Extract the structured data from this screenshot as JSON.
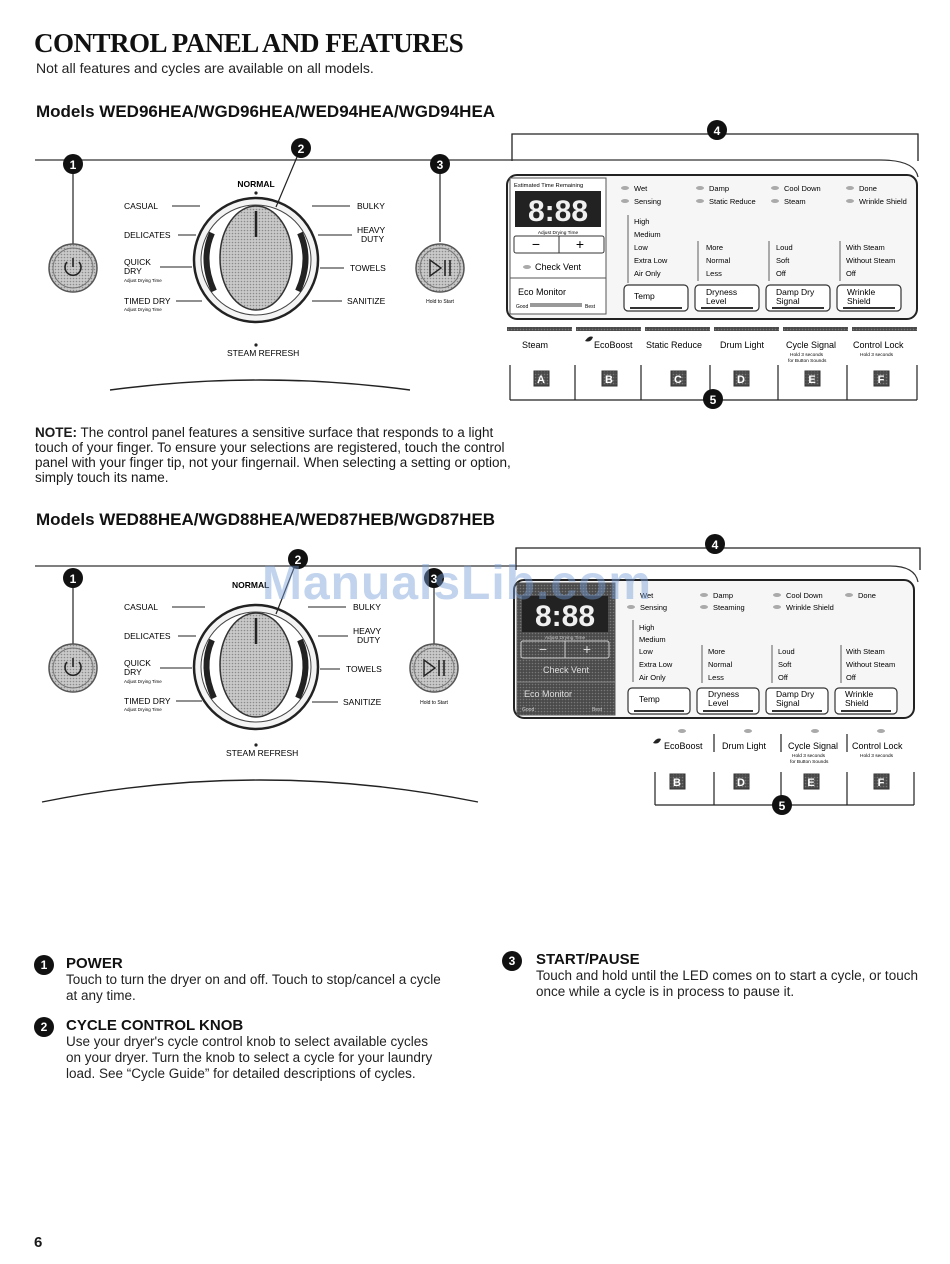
{
  "page": {
    "title": "CONTROL PANEL AND FEATURES",
    "subtitle": "Not all features and cycles are available on all models.",
    "page_number": "6",
    "watermark": "ManualsLib.com"
  },
  "section1": {
    "models": "Models WED96HEA/WGD96HEA/WED94HEA/WGD94HEA",
    "callouts": [
      "1",
      "2",
      "3",
      "4",
      "5"
    ],
    "knob": {
      "normal": "NORMAL",
      "casual": "CASUAL",
      "delicates": "DELICATES",
      "quick": "QUICK",
      "dry": "DRY",
      "adjust": "Adjust Drying Time",
      "timed": "TIMED DRY",
      "bulky": "BULKY",
      "heavy": "HEAVY",
      "duty": "DUTY",
      "towels": "TOWELS",
      "sanitize": "SANITIZE",
      "steam_refresh": "STEAM REFRESH"
    },
    "start_caption": "Hold to Start",
    "display": {
      "est_time": "Estimated Time Remaining",
      "digits": "8:88",
      "adjust": "Adjust Drying Time",
      "minus": "−",
      "plus": "+",
      "check_vent": "Check Vent",
      "eco_monitor": "Eco Monitor",
      "good": "Good",
      "best": "Best"
    },
    "status": [
      "Wet",
      "Damp",
      "Cool Down",
      "Done",
      "Sensing",
      "Static Reduce",
      "Steam",
      "Wrinkle Shield"
    ],
    "options": {
      "temp": [
        "High",
        "Medium",
        "Low",
        "Extra Low",
        "Air Only"
      ],
      "dryness": [
        "More",
        "Normal",
        "Less"
      ],
      "signal": [
        "Loud",
        "Soft",
        "Off"
      ],
      "wrinkle": [
        "With Steam",
        "Without Steam",
        "Off"
      ]
    },
    "buttons": [
      "Temp",
      "Dryness",
      "Level",
      "Damp Dry",
      "Signal",
      "Wrinkle",
      "Shield"
    ],
    "bottom": [
      "Steam",
      "EcoBoost",
      "Static Reduce",
      "Drum Light",
      "Cycle Signal",
      "Control Lock"
    ],
    "hold_note1": "Hold 3 seconds",
    "hold_note2": "for Button Sounds",
    "hold_note3": "Hold 3 seconds",
    "letters": [
      "A",
      "B",
      "C",
      "D",
      "E",
      "F"
    ]
  },
  "note": {
    "label": "NOTE:",
    "text": " The control panel features a sensitive surface that responds to a light touch of your finger. To ensure your selections are registered, touch the control panel with your finger tip, not your fingernail. When selecting a setting or option, simply touch its name."
  },
  "section2": {
    "models": "Models WED88HEA/WGD88HEA/WED87HEB/WGD87HEB",
    "callouts": [
      "1",
      "2",
      "3",
      "4",
      "5"
    ],
    "knob": {
      "normal": "NORMAL",
      "casual": "CASUAL",
      "delicates": "DELICATES",
      "quick": "QUICK",
      "dry": "DRY",
      "adjust": "Adjust Drying Time",
      "timed": "TIMED DRY",
      "bulky": "BULKY",
      "heavy": "HEAVY",
      "duty": "DUTY",
      "towels": "TOWELS",
      "sanitize": "SANITIZE",
      "steam_refresh": "STEAM REFRESH"
    },
    "start_caption": "Hold to Start",
    "display": {
      "est_time": "",
      "digits": "8:88",
      "adjust": "Adjust Drying Time",
      "minus": "−",
      "plus": "+",
      "check_vent": "Check Vent",
      "eco_monitor": "Eco Monitor",
      "good": "Good",
      "best": "Best"
    },
    "status": [
      "Wet",
      "Damp",
      "Cool Down",
      "Done",
      "Sensing",
      "Steaming",
      "Wrinkle Shield"
    ],
    "options": {
      "temp": [
        "High",
        "Medium",
        "Low",
        "Extra Low",
        "Air Only"
      ],
      "dryness": [
        "More",
        "Normal",
        "Less"
      ],
      "signal": [
        "Loud",
        "Soft",
        "Off"
      ],
      "wrinkle": [
        "With Steam",
        "Without Steam",
        "Off"
      ]
    },
    "buttons": [
      "Temp",
      "Dryness",
      "Level",
      "Damp Dry",
      "Signal",
      "Wrinkle",
      "Shield"
    ],
    "bottom": [
      "EcoBoost",
      "Drum Light",
      "Cycle Signal",
      "Control Lock"
    ],
    "hold_note1": "Hold 3 seconds",
    "hold_note2": "for Button Sounds",
    "hold_note3": "Hold 3 seconds",
    "letters": [
      "B",
      "D",
      "E",
      "F"
    ]
  },
  "features": [
    {
      "num": "1",
      "title": "POWER",
      "body": "Touch to turn the dryer on and off. Touch to stop/cancel a cycle at any time."
    },
    {
      "num": "2",
      "title": "CYCLE CONTROL KNOB",
      "body": "Use your dryer's cycle control knob to select available cycles on your dryer. Turn the knob to select a cycle for your laundry load. See “Cycle Guide” for detailed descriptions of cycles."
    },
    {
      "num": "3",
      "title": "START/PAUSE",
      "body": "Touch and hold until the LED comes on to start a cycle, or touch once while a cycle is in process to pause it."
    }
  ]
}
